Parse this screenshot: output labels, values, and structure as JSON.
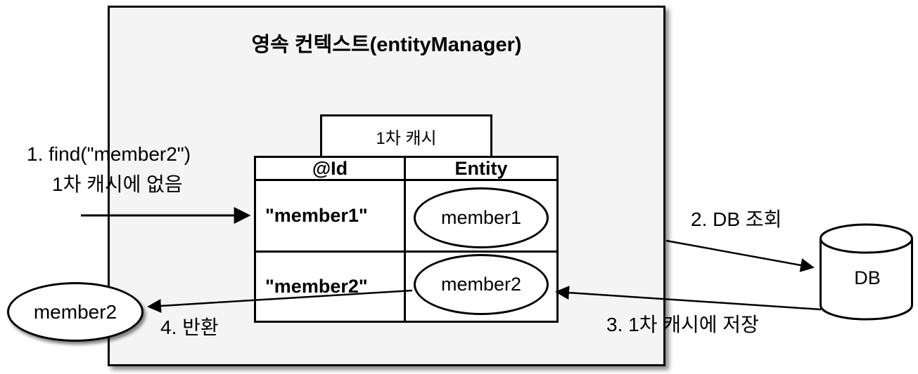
{
  "title": "영속 컨텍스트(entityManager)",
  "cache": {
    "label": "1차 캐시",
    "table": {
      "headers": [
        "@Id",
        "Entity"
      ],
      "rows": [
        {
          "id": "\"member1\"",
          "entity": "member1"
        },
        {
          "id": "\"member2\"",
          "entity": "member2"
        }
      ]
    }
  },
  "db": {
    "label": "DB"
  },
  "result": {
    "label": "member2"
  },
  "steps": {
    "step1_line1": "1. find(\"member2\")",
    "step1_line2": "1차 캐시에 없음",
    "step2": "2. DB 조회",
    "step3": "3. 1차 캐시에 저장",
    "step4": "4. 반환"
  },
  "colors": {
    "box_fill": "#f4f4f4",
    "line": "#000000",
    "canvas": "#ffffff"
  }
}
